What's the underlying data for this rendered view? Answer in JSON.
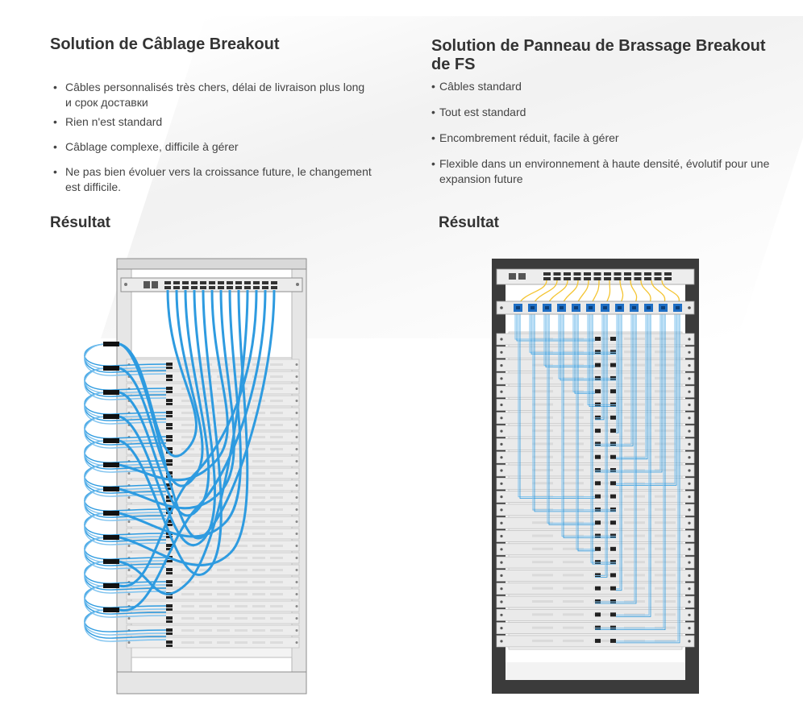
{
  "left": {
    "title": "Solution de Câblage Breakout",
    "bullets": [
      "Câbles personnalisés très chers, délai de livraison plus long и срок доставки",
      "Rien n'est standard",
      "Câblage complexe, difficile à gérer",
      "Ne pas bien évoluer vers la croissance future, le changement est difficile."
    ],
    "result_label": "Résultat"
  },
  "right": {
    "title": "Solution de Panneau de Brassage Breakout de FS",
    "bullets": [
      "Câbles standard",
      "Tout est standard",
      "Encombrement réduit, facile à gérer",
      "Flexible dans un environnement à haute densité, évolutif pour une expansion future"
    ],
    "result_label": "Résultat"
  },
  "bullet_glyph": "•",
  "colors": {
    "heading": "#333333",
    "body_text": "#444444",
    "fiber_blue": "#2e9be0",
    "fiber_light": "#7fc3ef",
    "fiber_yellow": "#f4c430",
    "rack_light": "#d7d7d7",
    "rack_dark": "#3b3b3b",
    "connector_blue": "#1f6fc4"
  }
}
